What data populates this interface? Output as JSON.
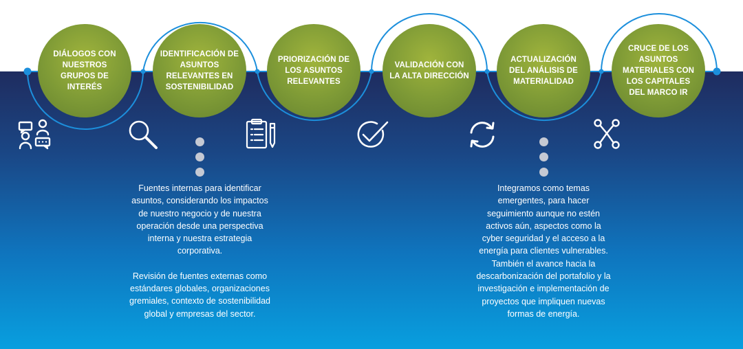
{
  "steps": [
    {
      "label": "DIÁLOGOS CON NUESTROS GRUPOS DE INTERÉS",
      "icon": "people-dialogue-icon"
    },
    {
      "label": "IDENTIFICACIÓN DE ASUNTOS RELEVANTES EN SOSTENIBILIDAD",
      "icon": "magnifier-icon"
    },
    {
      "label": "PRIORIZACIÓN DE LOS ASUNTOS RELEVANTES",
      "icon": "clipboard-list-icon"
    },
    {
      "label": "VALIDACIÓN CON LA ALTA DIRECCIÓN",
      "icon": "check-circle-icon"
    },
    {
      "label": "ACTUALIZACIÓN DEL ANÁLISIS DE MATERIALIDAD",
      "icon": "refresh-arrows-icon"
    },
    {
      "label": "CRUCE DE LOS ASUNTOS MATERIALES CON LOS CAPITALES DEL MARCO IR",
      "icon": "network-nodes-icon"
    }
  ],
  "notes": {
    "identificacion": [
      "Fuentes internas para identificar asuntos, considerando los impactos de nuestro negocio y de nuestra operación desde una perspectiva interna y nuestra estrategia corporativa.",
      "Revisión de fuentes externas como estándares globales, organizaciones gremiales, contexto de sostenibilidad global y empresas del sector."
    ],
    "actualizacion": [
      "Integramos como temas emergentes, para hacer seguimiento aunque no estén activos aún, aspectos como la cyber seguridad y el acceso a la energía para clientes vulnerables. También el avance hacia la descarbonización del portafolio y la investigación e implementación de proyectos que impliquen nuevas formas de energía."
    ]
  },
  "colors": {
    "circle_green": "#7e9a36",
    "connector_blue": "#1c8fdc",
    "band_top": "#1f2c5f",
    "band_bottom": "#089fdf"
  }
}
